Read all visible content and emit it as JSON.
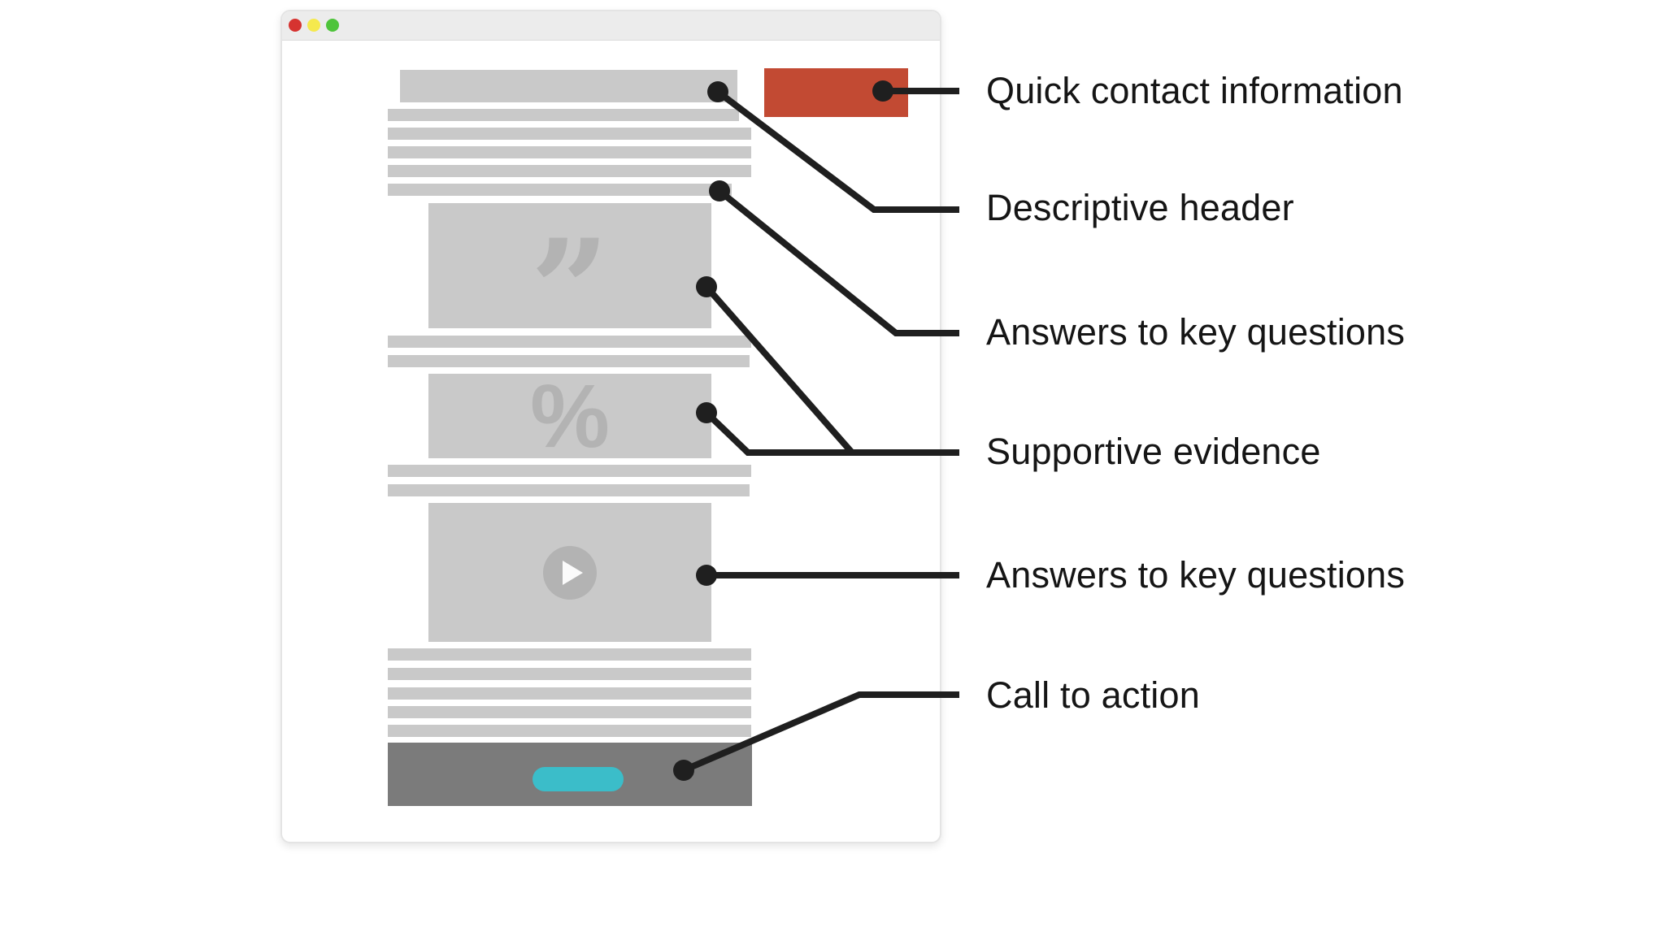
{
  "window": {
    "traffic_lights": [
      {
        "name": "close-button"
      },
      {
        "name": "minimize-button"
      },
      {
        "name": "zoom-button"
      }
    ]
  },
  "wireframe": {
    "quote_glyph": "”",
    "percent_glyph": "%",
    "play_icon": "play",
    "sections": [
      "descriptive-header",
      "intro-paragraph",
      "testimonial-quote-block",
      "statistic-percent-block",
      "video-block",
      "closing-paragraph",
      "call-to-action-band"
    ]
  },
  "annotations": {
    "labels": [
      "Quick contact information",
      "Descriptive header",
      "Answers to key questions",
      "Supportive evidence",
      "Answers to key questions",
      "Call to action"
    ]
  },
  "colors": {
    "accent_red": "#c24a33",
    "accent_teal": "#3bbdc9",
    "block_gray": "#c9c9c9",
    "glyph_gray": "#b3b3b3",
    "cta_gray": "#7b7b7b",
    "titlebar_gray": "#ececec",
    "window_border": "#e4e4e4",
    "connector_black": "#1f1f1f",
    "traffic_red": "#d63330",
    "traffic_yellow": "#f5e94e",
    "traffic_green": "#4ec43a",
    "label_text": "#151515"
  }
}
